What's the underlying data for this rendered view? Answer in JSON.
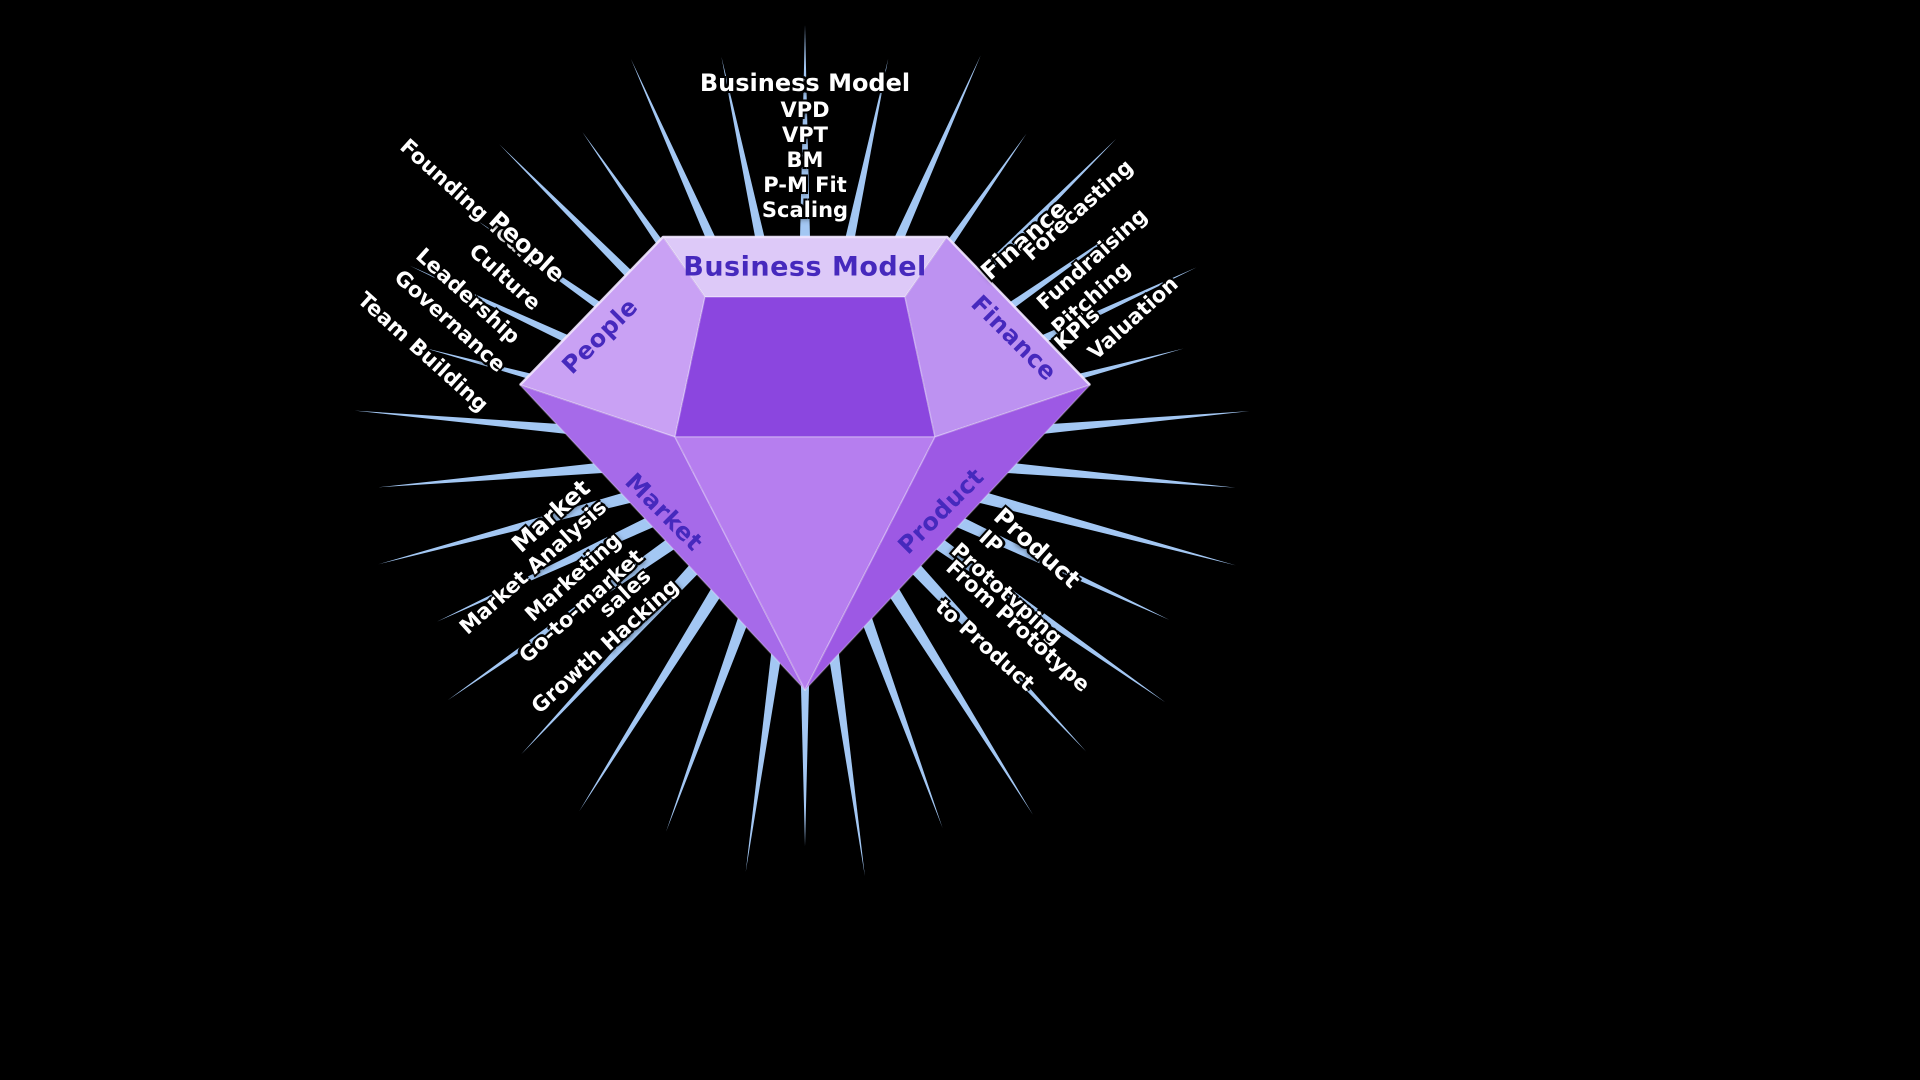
{
  "colors": {
    "background": "#000000",
    "ray": "#a3c7f3",
    "outer_label_text": "#ffffff",
    "facet_label_text": "#4629bd",
    "facets": {
      "table": "#ddc9f8",
      "crown_left": "#c9a1f4",
      "crown_right": "#bd92f1",
      "crown_center": "#8b46df",
      "pavilion_left": "#a66ae9",
      "pavilion_right": "#9d59e4",
      "pavilion_center": "#b67eef"
    }
  },
  "diamond": {
    "facet_labels": {
      "top": "Business Model",
      "left": "People",
      "right": "Finance",
      "bottom_left": "Market",
      "bottom_right": "Product"
    }
  },
  "groups": {
    "business_model": {
      "title": "Business Model",
      "items": [
        "VPD",
        "VPT",
        "BM",
        "P-M Fit",
        "Scaling"
      ]
    },
    "people": {
      "title": "People",
      "items": [
        "Founding Team",
        "Culture",
        "Leadership",
        "Governance",
        "Team Building"
      ]
    },
    "finance": {
      "title": "Finance",
      "items": [
        "Forecasting",
        "Fundraising",
        "Pitching",
        "KPIs",
        "Valuation"
      ]
    },
    "market": {
      "title": "Market",
      "items": [
        "Market Analysis",
        "Marketing",
        "Go-to-market",
        "sales",
        "Growth Hacking"
      ]
    },
    "product": {
      "title": "Product",
      "items": [
        "IP",
        "Prototyping",
        "From Prototype",
        "to Product"
      ]
    }
  }
}
